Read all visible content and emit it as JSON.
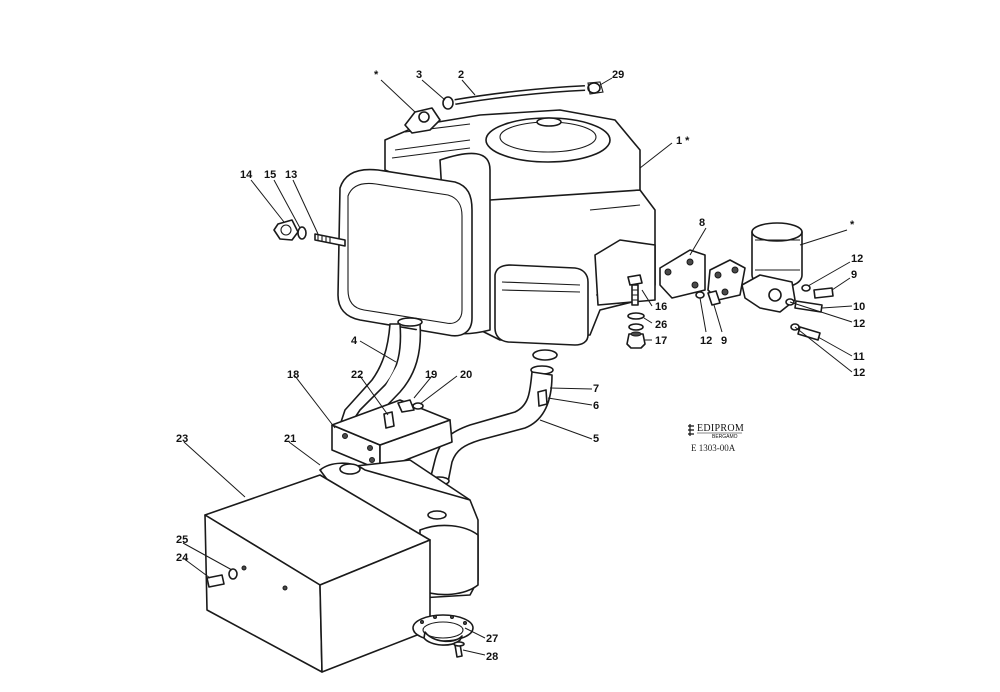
{
  "drawing": {
    "brand": "EDIPROM",
    "brand_subtitle": "BERGAMO",
    "reference": "E 1303-00A"
  },
  "callouts": {
    "c_star_top": "*",
    "c3": "3",
    "c2": "2",
    "c29": "29",
    "c1star": "1 *",
    "c14": "14",
    "c15": "15",
    "c13": "13",
    "c8": "8",
    "c_star_right": "*",
    "c12a": "12",
    "c9a": "9",
    "c10": "10",
    "c12b": "12",
    "c11": "11",
    "c12c": "12",
    "c16": "16",
    "c26": "26",
    "c17": "17",
    "c12d": "12",
    "c9b": "9",
    "c4": "4",
    "c18": "18",
    "c22": "22",
    "c19": "19",
    "c20": "20",
    "c7": "7",
    "c6": "6",
    "c5": "5",
    "c23": "23",
    "c21": "21",
    "c25": "25",
    "c24": "24",
    "c27": "27",
    "c28": "28"
  }
}
